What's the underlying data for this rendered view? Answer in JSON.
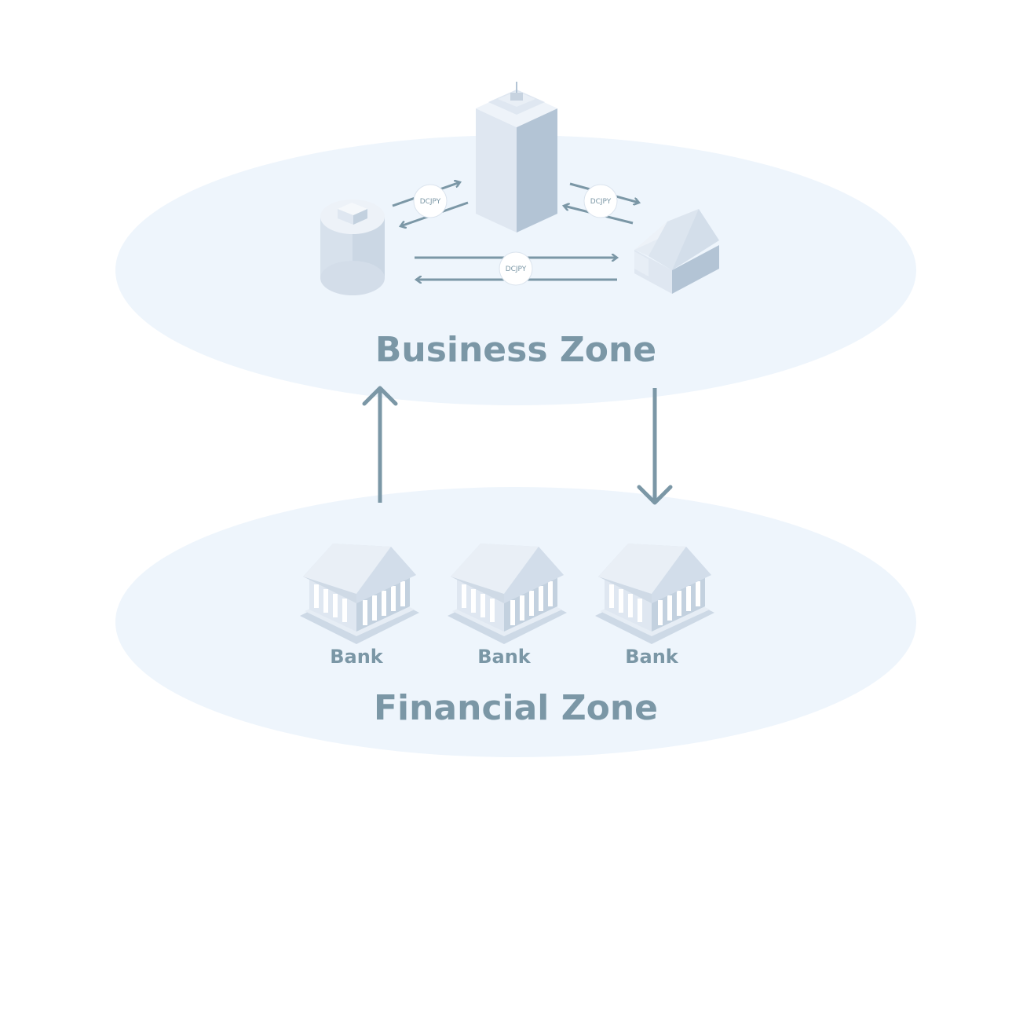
{
  "business_zone": {
    "title": "Business Zone",
    "token_label": "DCJPY"
  },
  "financial_zone": {
    "title": "Financial Zone",
    "banks": [
      {
        "label": "Bank"
      },
      {
        "label": "Bank"
      },
      {
        "label": "Bank"
      }
    ]
  },
  "colors": {
    "zone_fill": "#eef5fc",
    "arrow": "#7b97a6",
    "building_light": "#dfe7f1",
    "building_dark": "#b3c4d5",
    "text": "#7b97a6"
  }
}
